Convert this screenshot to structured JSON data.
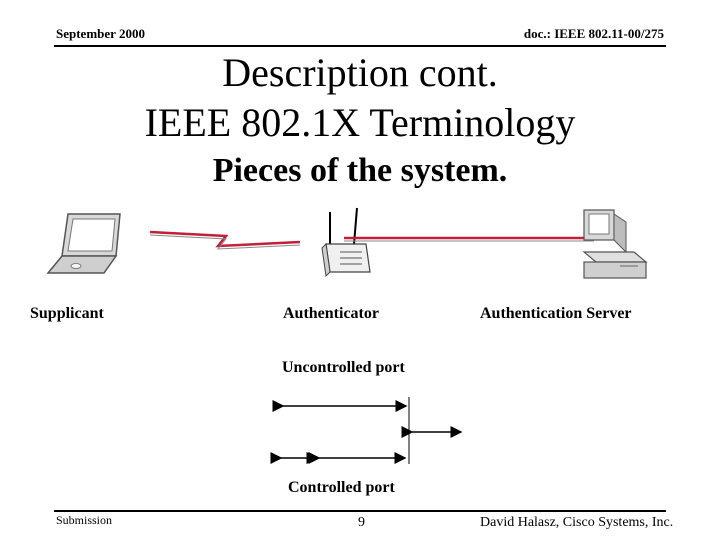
{
  "header": {
    "date": "September 2000",
    "doc_id": "doc.: IEEE 802.11-00/275"
  },
  "slide": {
    "title_line1": "Description cont.",
    "title_line2": "IEEE 802.1X Terminology",
    "subtitle": "Pieces of the system."
  },
  "diagram": {
    "supplicant_label": "Supplicant",
    "authenticator_label": "Authenticator",
    "server_label": "Authentication Server",
    "uncontrolled_port_label": "Uncontrolled port",
    "controlled_port_label": "Controlled port",
    "link_color": "#c0203a"
  },
  "footer": {
    "left": "Submission",
    "page": "9",
    "right": "David Halasz, Cisco Systems, Inc."
  }
}
